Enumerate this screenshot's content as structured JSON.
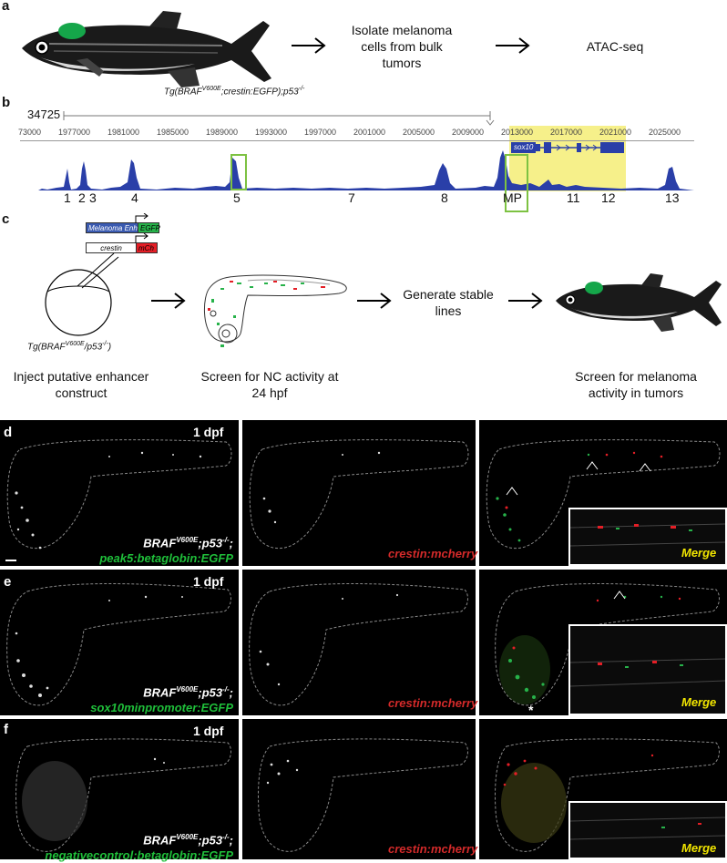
{
  "panels": {
    "a": {
      "label": "a",
      "fish_genotype": "Tg(BRAF^V600E;crestin:EGFP);p53^-/-",
      "step1": "Isolate melanoma cells from bulk tumors",
      "step2": "ATAC-seq"
    },
    "b": {
      "label": "b",
      "track_scale": "34725",
      "gene_label": "sox10",
      "ticks": [
        "73000",
        "1977000",
        "1981000",
        "1985000",
        "1989000",
        "1993000",
        "1997000",
        "2001000",
        "2005000",
        "2009000",
        "2013000",
        "2017000",
        "2021000",
        "2025000"
      ],
      "peaks": [
        "1",
        "2",
        "3",
        "4",
        "5",
        "7",
        "8",
        "MP",
        "11",
        "12",
        "13"
      ],
      "colors": {
        "track": "#2a3fa8",
        "highlight": "#f6f08a",
        "box": "#7dc242"
      }
    },
    "c": {
      "label": "c",
      "construct1_left": "Melanoma Enh",
      "construct1_right": "EGFP",
      "construct2_left": "crestin",
      "construct2_right": "mCh",
      "embryo_genotype": "Tg(BRAF^V600E/p53^-/-)",
      "step_inject": "Inject putative enhancer construct",
      "step_screen_nc": "Screen for NC activity at 24 hpf",
      "step_generate": "Generate stable lines",
      "step_melanoma": "Screen for melanoma activity in tumors"
    },
    "d": {
      "label": "d",
      "dpf": "1 dpf",
      "geno_line1": "BRAF^V600E;p53^-/-;",
      "geno_line2": "peak5:betaglobin:EGFP",
      "red_label": "crestin:mcherry",
      "merge_label": "Merge"
    },
    "e": {
      "label": "e",
      "dpf": "1 dpf",
      "geno_line1": "BRAF^V600E;p53^-/-;",
      "geno_line2": "sox10minpromoter:EGFP",
      "red_label": "crestin:mcherry",
      "merge_label": "Merge",
      "asterisk": "*"
    },
    "f": {
      "label": "f",
      "dpf": "1 dpf",
      "geno_line1": "BRAF^V600E;p53^-/-;",
      "geno_line2": "negativecontrol:betaglobin:EGFP",
      "red_label": "crestin:mcherry",
      "merge_label": "Merge"
    }
  }
}
